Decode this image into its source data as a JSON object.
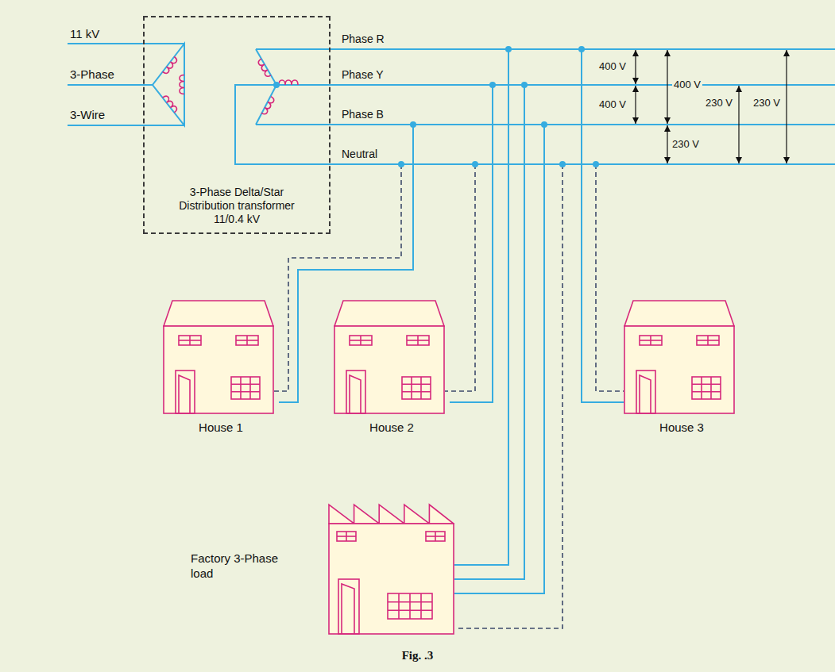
{
  "diagram": {
    "caption": "Fig. .3",
    "nodes": [
      {
        "text": [
          "3-Phase Delta/Star Distribution transformer 11/0.4 kV"
        ]
      },
      {
        "text": [
          "House 1"
        ]
      },
      {
        "text": [
          "House 2"
        ]
      },
      {
        "text": [
          "House 3"
        ]
      },
      {
        "text": [
          "Factory 3-Phase load"
        ]
      }
    ],
    "edges": [
      {
        "from": 0,
        "to": 1,
        "arrow": "none"
      },
      {
        "from": 0,
        "to": 2,
        "arrow": "none"
      },
      {
        "from": 0,
        "to": 3,
        "arrow": "none"
      },
      {
        "from": 0,
        "to": 4,
        "arrow": "none"
      }
    ],
    "labels": [
      "11 kV",
      "3-Phase",
      "3-Wire",
      "Phase R",
      "Phase Y",
      "Phase B",
      "Neutral",
      "400 V",
      "400 V",
      "400 V",
      "230 V",
      "230 V",
      "230 V"
    ]
  }
}
